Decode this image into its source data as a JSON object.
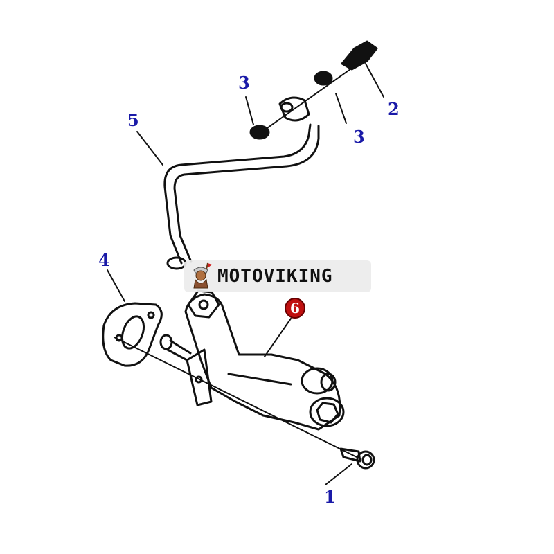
{
  "diagram": {
    "type": "exploded-parts-diagram",
    "subject": "fuel feed pump assembly",
    "callouts": [
      {
        "id": "1",
        "label": "1",
        "part": "bolt",
        "color": "#1a1aa8"
      },
      {
        "id": "2",
        "label": "2",
        "part": "banjo bolt",
        "color": "#1a1aa8"
      },
      {
        "id": "3a",
        "label": "3",
        "part": "gasket (upper)",
        "color": "#1a1aa8"
      },
      {
        "id": "3b",
        "label": "3",
        "part": "gasket (left)",
        "color": "#1a1aa8"
      },
      {
        "id": "4",
        "label": "4",
        "part": "mounting gasket",
        "color": "#1a1aa8"
      },
      {
        "id": "5",
        "label": "5",
        "part": "fuel pipe",
        "color": "#1a1aa8"
      },
      {
        "id": "6",
        "label": "6",
        "part": "feed pump",
        "color": "#c01010",
        "highlighted": true
      }
    ]
  },
  "watermark": {
    "text": "MOTOVIKING",
    "logo": "viking-mascot-icon"
  }
}
